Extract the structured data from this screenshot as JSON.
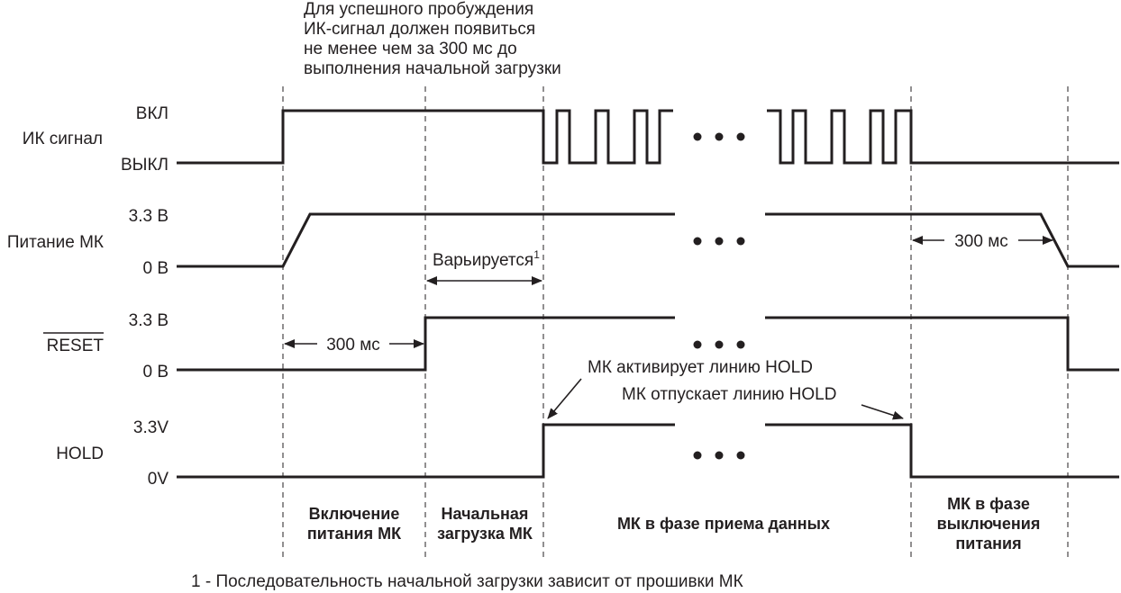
{
  "note_top": [
    "Для успешного пробуждения",
    "ИК-сигнал должен появиться",
    "не менее чем за 300 мс до",
    "выполнения начальной загрузки"
  ],
  "signals": {
    "ir": {
      "name": "ИК сигнал",
      "high": "ВКЛ",
      "low": "ВЫКЛ"
    },
    "power": {
      "name": "Питание МК",
      "high": "3.3 В",
      "low": "0 В"
    },
    "reset": {
      "name": "RESET",
      "high": "3.3 В",
      "low": "0 В"
    },
    "hold": {
      "name": "HOLD",
      "high": "3.3V",
      "low": "0V"
    }
  },
  "annotations": {
    "varies": "Варьируется",
    "varies_sup": "1",
    "power_down_time": "300 мс",
    "reset_time": "300 мс",
    "hold_assert": "МК активирует линию HOLD",
    "hold_release": "МК отпускает линию HOLD"
  },
  "phases": {
    "power_on": [
      "Включение",
      "питания МК"
    ],
    "boot": [
      "Начальная",
      "загрузка МК"
    ],
    "receive": [
      "МК в фазе приема данных"
    ],
    "power_off": [
      "МК в фазе",
      "выключения",
      "питания"
    ]
  },
  "footnote": "1 - Последовательность начальной загрузки зависит от прошивки МК",
  "colors": {
    "ink": "#231f20",
    "background": "#ffffff"
  }
}
